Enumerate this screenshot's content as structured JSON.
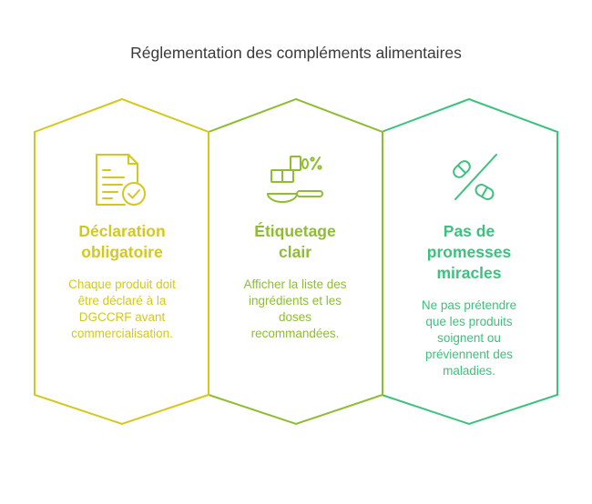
{
  "title": "Réglementation des compléments alimentaires",
  "colors": {
    "yellow": "#d4c81e",
    "lime": "#8ebd32",
    "green": "#3cc27e"
  },
  "cards": [
    {
      "icon": "document-check-icon",
      "heading": "Déclaration\nobligatoire",
      "text": "Chaque produit doit\nêtre déclaré à la\nDGCCRF avant\ncommercialisation."
    },
    {
      "icon": "scale-percent-icon",
      "heading": "Étiquetage\nclair",
      "text": "Afficher la liste des\ningrédients et les\ndoses\nrecommandées."
    },
    {
      "icon": "no-pills-icon",
      "heading": "Pas de\npromesses\nmiracles",
      "text": "Ne pas prétendre\nque les produits\nsoignent ou\npréviennent des\nmaladies."
    }
  ]
}
